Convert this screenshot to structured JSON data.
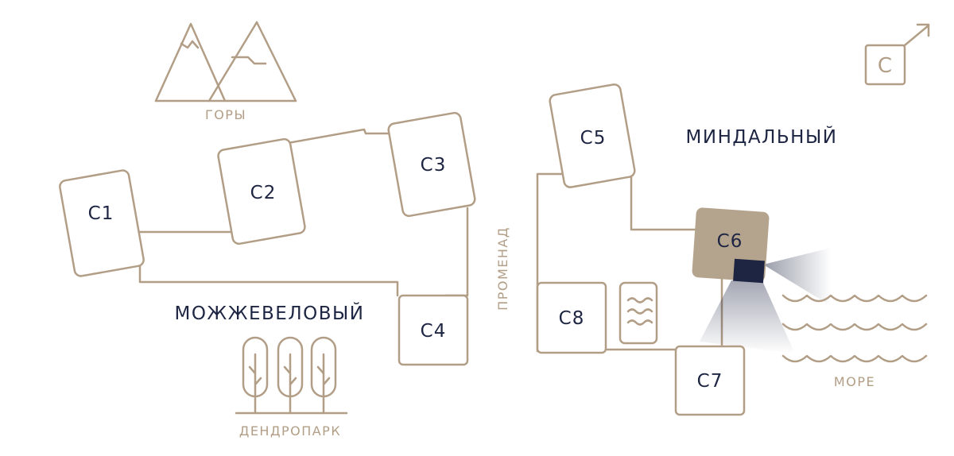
{
  "landmarks": {
    "mountains": "ГОРЫ",
    "dendropark": "ДЕНДРОПАРК",
    "sea": "МОРЕ",
    "promenade": "ПРОМЕНАД"
  },
  "regions": {
    "juniper": "МОЖЖЕВЕЛОВЫЙ",
    "almond": "МИНДАЛЬНЫЙ"
  },
  "compass": {
    "letter": "С",
    "icon": "north-arrow-icon"
  },
  "blocks": {
    "c1": "С1",
    "c2": "С2",
    "c3": "С3",
    "c4": "С4",
    "c5": "С5",
    "c6": "С6",
    "c7": "С7",
    "c8": "С8"
  },
  "highlight": {
    "block": "С6",
    "fill": "#b5a48d",
    "unit_color": "#1d2542"
  },
  "colors": {
    "line": "#b29e86",
    "text_dark": "#1d2542"
  }
}
